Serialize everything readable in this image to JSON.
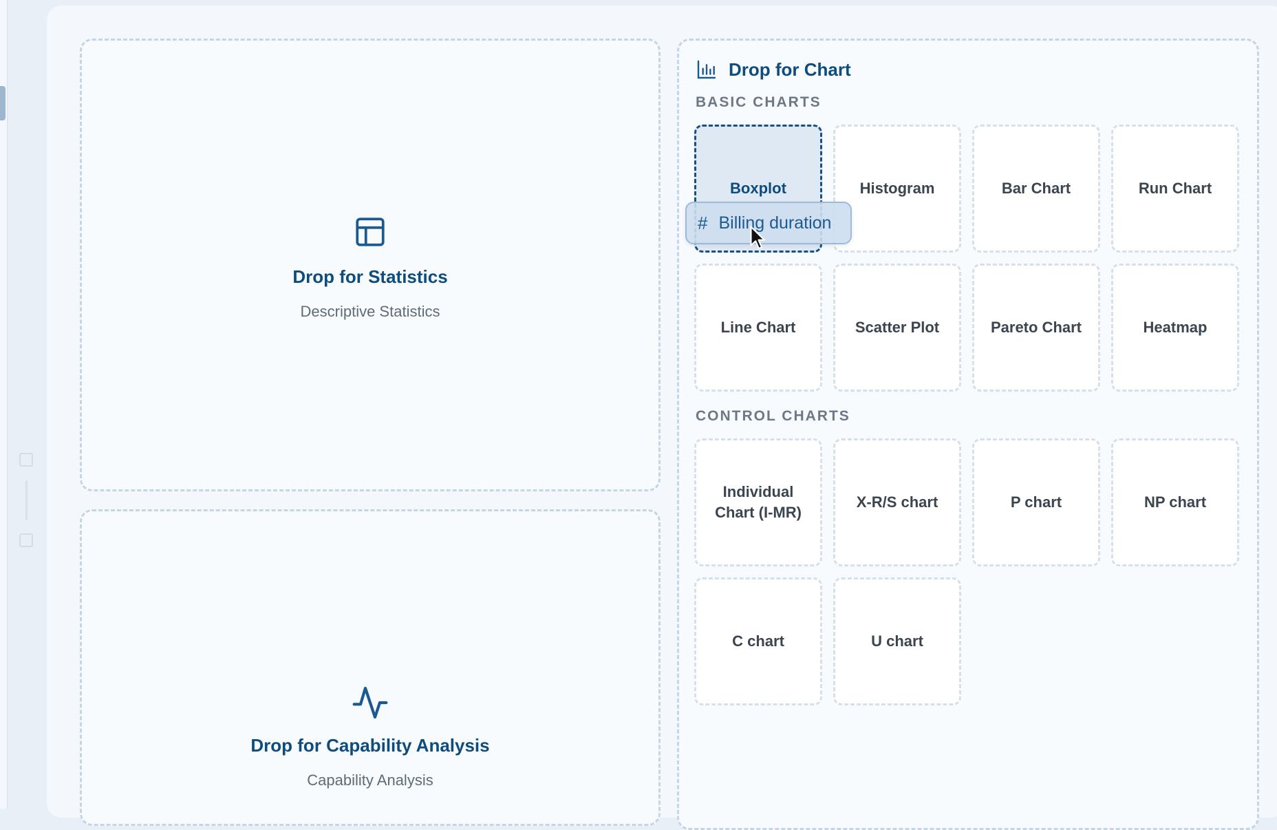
{
  "colors": {
    "accent": "#0e4c7e",
    "dashed_border": "#c5d5e5",
    "active_tile_bg": "#dfe9f4",
    "drag_chip_bg": "#cddef0"
  },
  "stats_zone": {
    "icon": "table-icon",
    "title": "Drop for Statistics",
    "subtitle": "Descriptive Statistics"
  },
  "capability_zone": {
    "icon": "pulse-icon",
    "title": "Drop for Capability Analysis",
    "subtitle": "Capability Analysis"
  },
  "chart_zone": {
    "icon": "bar-chart-icon",
    "title": "Drop for Chart",
    "basic_label": "BASIC CHARTS",
    "basic_charts": [
      "Boxplot",
      "Histogram",
      "Bar Chart",
      "Run Chart",
      "Line Chart",
      "Scatter Plot",
      "Pareto Chart",
      "Heatmap"
    ],
    "control_label": "CONTROL CHARTS",
    "control_charts": [
      "Individual Chart (I-MR)",
      "X-R/S chart",
      "P chart",
      "NP chart",
      "C chart",
      "U chart"
    ],
    "active_tile": "Boxplot"
  },
  "drag_chip": {
    "icon": "hash-icon",
    "label": "Billing duration"
  }
}
